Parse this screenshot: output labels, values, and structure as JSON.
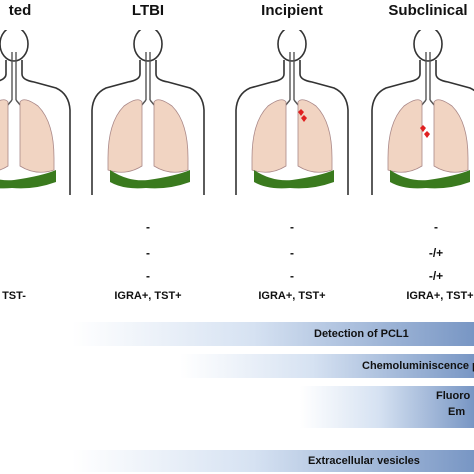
{
  "stages": [
    {
      "title": "ted",
      "tests": "TST-",
      "markers": [
        "",
        "",
        ""
      ]
    },
    {
      "title": "LTBI",
      "tests": "IGRA+, TST+",
      "markers": [
        "-",
        "-",
        "-"
      ]
    },
    {
      "title": "Incipient",
      "tests": "IGRA+, TST+",
      "markers": [
        "-",
        "-",
        "-"
      ]
    },
    {
      "title": "Subclinical",
      "tests": "IGRA+, TST+",
      "markers": [
        "-",
        "-/+",
        "-/+"
      ]
    }
  ],
  "bars": [
    {
      "label": "Detection of PCL1"
    },
    {
      "label": "Chemoluminiscence p"
    },
    {
      "label": "Fluoro"
    },
    {
      "label": "Em"
    },
    {
      "label": "Extracellular vesicles"
    }
  ],
  "colors": {
    "lung": "#f1d4c2",
    "liver": "#3a7a1e",
    "outline": "#333333",
    "lesion": "#e02020"
  }
}
